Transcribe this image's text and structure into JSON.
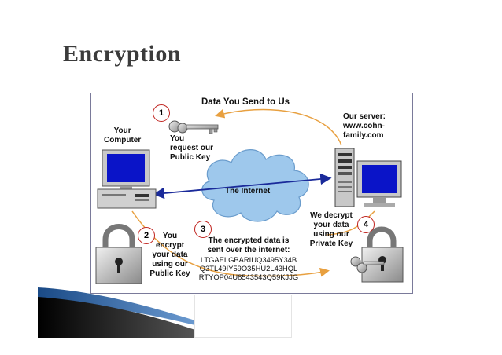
{
  "slide": {
    "title": "Encryption"
  },
  "diagram": {
    "title": "Data You Send to Us",
    "labels": {
      "your_computer": "Your\nComputer",
      "our_server": "Our server:\nwww.cohn-\nfamily.com",
      "internet": "The Internet"
    },
    "steps": [
      {
        "number": "1",
        "text": "You\nrequest our\nPublic Key"
      },
      {
        "number": "2",
        "text": "You\nencrypt\nyour data\nusing our\nPublic Key"
      },
      {
        "number": "3",
        "text": "The encrypted data is\nsent over the internet:"
      },
      {
        "number": "4",
        "text": "We decrypt\nyour data\nusing our\nPrivate Key"
      }
    ],
    "encrypted_data": "LTGAELGBARIUQ3495Y34B\nQ3TL49IY59O35HU2L43HQL\nRTYOP04U8543543Q59KJJG",
    "colors": {
      "arrow": "#e8a040",
      "link": "#1a2a9a",
      "cloud": "#9ec8ec",
      "monitor_screen": "#0a14c8",
      "step_circle": "#c0231f"
    },
    "icons": [
      "key-icon",
      "padlock-icon",
      "computer-icon",
      "server-icon",
      "cloud-icon"
    ]
  }
}
